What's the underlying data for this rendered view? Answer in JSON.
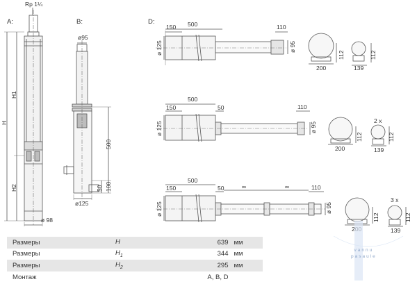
{
  "views": {
    "a": "A:",
    "b": "B:",
    "d": "D:"
  },
  "view_a": {
    "thread": "Rp 1¼",
    "h": "H",
    "h1": "H1",
    "h2": "H2",
    "diameter": "ø 98"
  },
  "view_b": {
    "top_diameter": "ø95",
    "length_500": "500",
    "length_50": "50",
    "length_100": "100",
    "bottom_diameter": "ø125"
  },
  "view_d1": {
    "len500": "500",
    "len150": "150",
    "len110": "110",
    "dia125": "ø 125",
    "dia95": "ø 95",
    "w200": "200",
    "h112": "112",
    "w139": "139",
    "h112b": "112"
  },
  "view_d2": {
    "len500": "500",
    "len150": "150",
    "len50": "50",
    "len110": "110",
    "dia125": "ø 125",
    "dia95": "ø 95",
    "w200": "200",
    "h112": "112",
    "w139": "139",
    "h112b": "112",
    "count": "2 x"
  },
  "view_d3": {
    "len500": "500",
    "len150": "150",
    "len50": "50",
    "len110": "110",
    "inf1": "∞",
    "inf2": "∞",
    "dia125": "ø 125",
    "dia95": "ø 95",
    "w200": "200",
    "h112": "112",
    "w139": "139",
    "h112b": "112",
    "count": "3 x"
  },
  "specs": [
    {
      "name": "Размеры",
      "symbol": "H",
      "sub": "",
      "value": "639",
      "unit": "мм"
    },
    {
      "name": "Размеры",
      "symbol": "H",
      "sub": "1",
      "value": "344",
      "unit": "мм"
    },
    {
      "name": "Размеры",
      "symbol": "H",
      "sub": "2",
      "value": "295",
      "unit": "мм"
    },
    {
      "name": "Монтаж",
      "symbol": "",
      "sub": "",
      "value": "A, B, D",
      "unit": ""
    }
  ],
  "watermark": {
    "line1": "vannu",
    "line2": "pasaule"
  }
}
